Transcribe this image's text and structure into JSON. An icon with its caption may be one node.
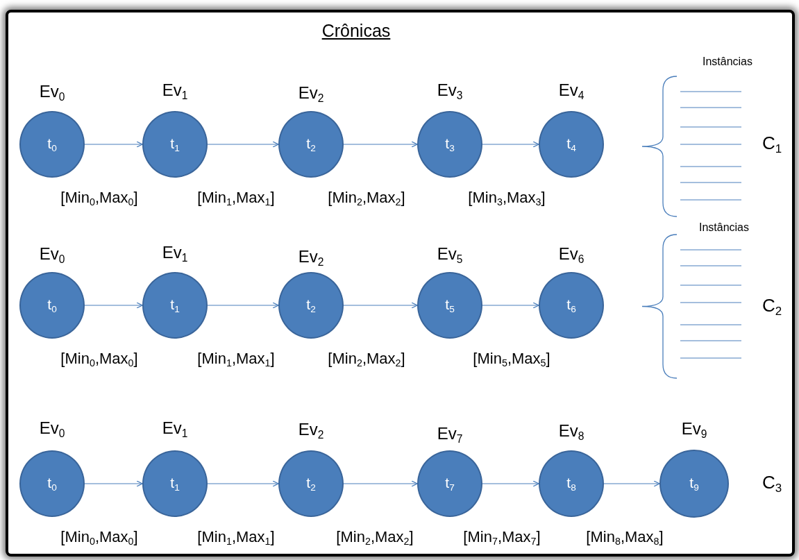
{
  "diagram": {
    "title": "Crônicas",
    "nodes": [
      {
        "text": [
          "t$_{0}$"
        ],
        "beside": [
          "Ev$_{0}$"
        ]
      },
      {
        "text": [
          "t$_{1}$"
        ],
        "beside": [
          "Ev$_{1}$"
        ]
      },
      {
        "text": [
          "t$_{2}$"
        ],
        "beside": [
          "Ev$_{2}$"
        ]
      },
      {
        "text": [
          "t$_{3}$"
        ],
        "beside": [
          "Ev$_{3}$"
        ]
      },
      {
        "text": [
          "t$_{4}$"
        ],
        "beside": [
          "Ev$_{4}$"
        ]
      },
      {
        "text": [
          "t$_{0}$"
        ],
        "beside": [
          "Ev$_{0}$"
        ]
      },
      {
        "text": [
          "t$_{1}$"
        ],
        "beside": [
          "Ev$_{1}$"
        ]
      },
      {
        "text": [
          "t$_{2}$"
        ],
        "beside": [
          "Ev$_{2}$"
        ]
      },
      {
        "text": [
          "t$_{5}$"
        ],
        "beside": [
          "Ev$_{5}$"
        ]
      },
      {
        "text": [
          "t$_{6}$"
        ],
        "beside": [
          "Ev$_{6}$"
        ]
      },
      {
        "text": [
          "t$_{0}$"
        ],
        "beside": [
          "Ev$_{0}$"
        ]
      },
      {
        "text": [
          "t$_{1}$"
        ],
        "beside": [
          "Ev$_{1}$"
        ]
      },
      {
        "text": [
          "t$_{2}$"
        ],
        "beside": [
          "Ev$_{2}$"
        ]
      },
      {
        "text": [
          "t$_{7}$"
        ],
        "beside": [
          "Ev$_{7}$"
        ]
      },
      {
        "text": [
          "t$_{8}$"
        ],
        "beside": [
          "Ev$_{8}$"
        ]
      },
      {
        "text": [
          "t$_{9}$"
        ],
        "beside": [
          "Ev$_{9}$"
        ]
      }
    ],
    "edges": [
      {
        "from": 0,
        "to": 1,
        "arrow": "to",
        "label": "[Min$_{0}$,Max$_{0}$]"
      },
      {
        "from": 1,
        "to": 2,
        "arrow": "to",
        "label": "[Min$_{1}$,Max$_{1}$]"
      },
      {
        "from": 2,
        "to": 3,
        "arrow": "to",
        "label": "[Min$_{2}$,Max$_{2}$]"
      },
      {
        "from": 3,
        "to": 4,
        "arrow": "to",
        "label": "[Min$_{3}$,Max$_{3}$]"
      },
      {
        "from": 5,
        "to": 6,
        "arrow": "to",
        "label": "[Min$_{0}$,Max$_{0}$]"
      },
      {
        "from": 6,
        "to": 7,
        "arrow": "to",
        "label": "[Min$_{1}$,Max$_{1}$]"
      },
      {
        "from": 7,
        "to": 8,
        "arrow": "to",
        "label": "[Min$_{2}$,Max$_{2}$]"
      },
      {
        "from": 8,
        "to": 9,
        "arrow": "to",
        "label": "[Min$_{5}$,Max$_{5}$]"
      },
      {
        "from": 10,
        "to": 11,
        "arrow": "to",
        "label": "[Min$_{0}$,Max$_{0}$]"
      },
      {
        "from": 11,
        "to": 12,
        "arrow": "to",
        "label": "[Min$_{1}$,Max$_{1}$]"
      },
      {
        "from": 12,
        "to": 13,
        "arrow": "to",
        "label": "[Min$_{2}$,Max$_{2}$]"
      },
      {
        "from": 13,
        "to": 14,
        "arrow": "to",
        "label": "[Min$_{7}$,Max$_{7}$]"
      },
      {
        "from": 14,
        "to": 15,
        "arrow": "to",
        "label": "[Min$_{8}$,Max$_{8}$]"
      }
    ],
    "labels": [
      "Instâncias",
      "C$_{1}$",
      "Instâncias",
      "C$_{2}$",
      "C$_{3}$"
    ]
  }
}
